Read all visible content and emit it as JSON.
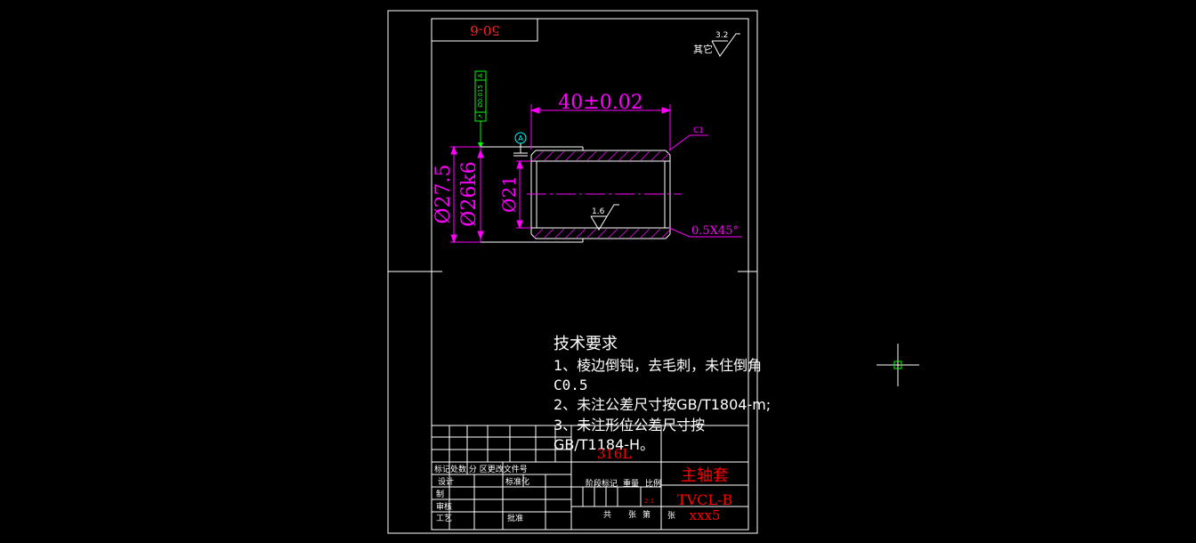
{
  "drawing": {
    "drawing_number": "50-6",
    "roughness_other_label": "其它",
    "roughness_other_value": "3.2",
    "roughness_bore_value": "1.6",
    "dim_length": "40±0.02",
    "dim_outer_large": "Ø27.5",
    "dim_outer_fit": "Ø26k6",
    "dim_inner": "Ø21",
    "chamfer_c1": "C1",
    "chamfer_inner": "0.5X45°",
    "datum_letter": "A",
    "tolerance_frame": {
      "symbol": "↗",
      "value": "Ø0.015",
      "datum": "A"
    }
  },
  "tech_requirements": {
    "title": "技术要求",
    "lines": [
      "1、棱边倒钝，去毛刺，未住倒角",
      "C0.5",
      "2、未注公差尺寸按GB/T1804-m;",
      "3、未注形位公差尺寸按",
      "GB/T1184-H。"
    ]
  },
  "title_block": {
    "material": "316L",
    "part_name": "主轴套",
    "drawing_code": "TVCL-B",
    "sheet_code": "xxx5",
    "rev_header": "标记处数 分 区更改文件号",
    "label_design": "设计",
    "label_standardize": "标准化",
    "label_draw": "制",
    "label_check": "审核",
    "label_process": "工艺",
    "label_approve": "批准",
    "label_stage": "阶段标记",
    "label_weight": "重量",
    "label_scale": "比例",
    "scale_value": "2:1",
    "label_total": "共",
    "label_sheets": "张",
    "label_number": "第",
    "label_sheet_end": "张"
  },
  "colors": {
    "background": "#000000",
    "frame": "#ffffff",
    "dimension": "#ff00ff",
    "tolerance": "#00ff00",
    "title_red": "#ff0000",
    "datum_cyan": "#00ffff"
  }
}
